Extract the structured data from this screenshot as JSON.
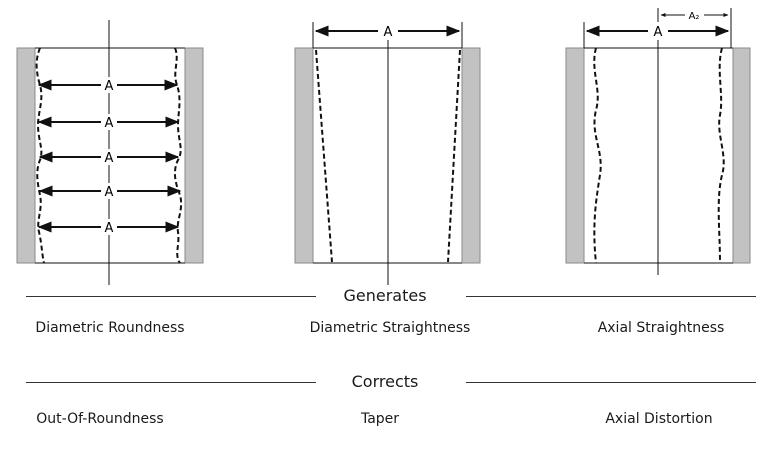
{
  "diagram": {
    "panels": [
      {
        "name": "diametric-roundness",
        "dimension_labels": [
          "A",
          "A",
          "A",
          "A",
          "A"
        ]
      },
      {
        "name": "diametric-straightness",
        "dimension_labels": [
          "A"
        ]
      },
      {
        "name": "axial-straightness",
        "dimension_labels": [
          "A",
          "A₂"
        ]
      }
    ]
  },
  "sections": {
    "generates": {
      "heading": "Generates",
      "items": [
        "Diametric Roundness",
        "Diametric Straightness",
        "Axial Straightness"
      ]
    },
    "corrects": {
      "heading": "Corrects",
      "items": [
        "Out-Of-Roundness",
        "Taper",
        "Axial Distortion"
      ]
    }
  },
  "colors": {
    "wall": "#c2c2c2",
    "wall_edge": "#8a8a8a",
    "line": "#111111"
  }
}
